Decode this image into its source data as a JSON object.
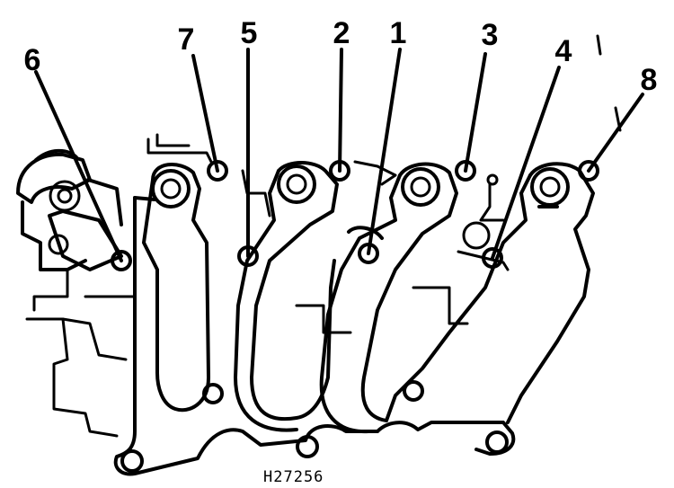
{
  "bolt_callouts": [
    {
      "number": "1",
      "label": "1"
    },
    {
      "number": "2",
      "label": "2"
    },
    {
      "number": "3",
      "label": "3"
    },
    {
      "number": "4",
      "label": "4"
    },
    {
      "number": "5",
      "label": "5"
    },
    {
      "number": "6",
      "label": "6"
    },
    {
      "number": "7",
      "label": "7"
    },
    {
      "number": "8",
      "label": "8"
    }
  ],
  "figure_code": "H27256",
  "colors": {
    "ink": "#000000",
    "paper": "#ffffff"
  }
}
